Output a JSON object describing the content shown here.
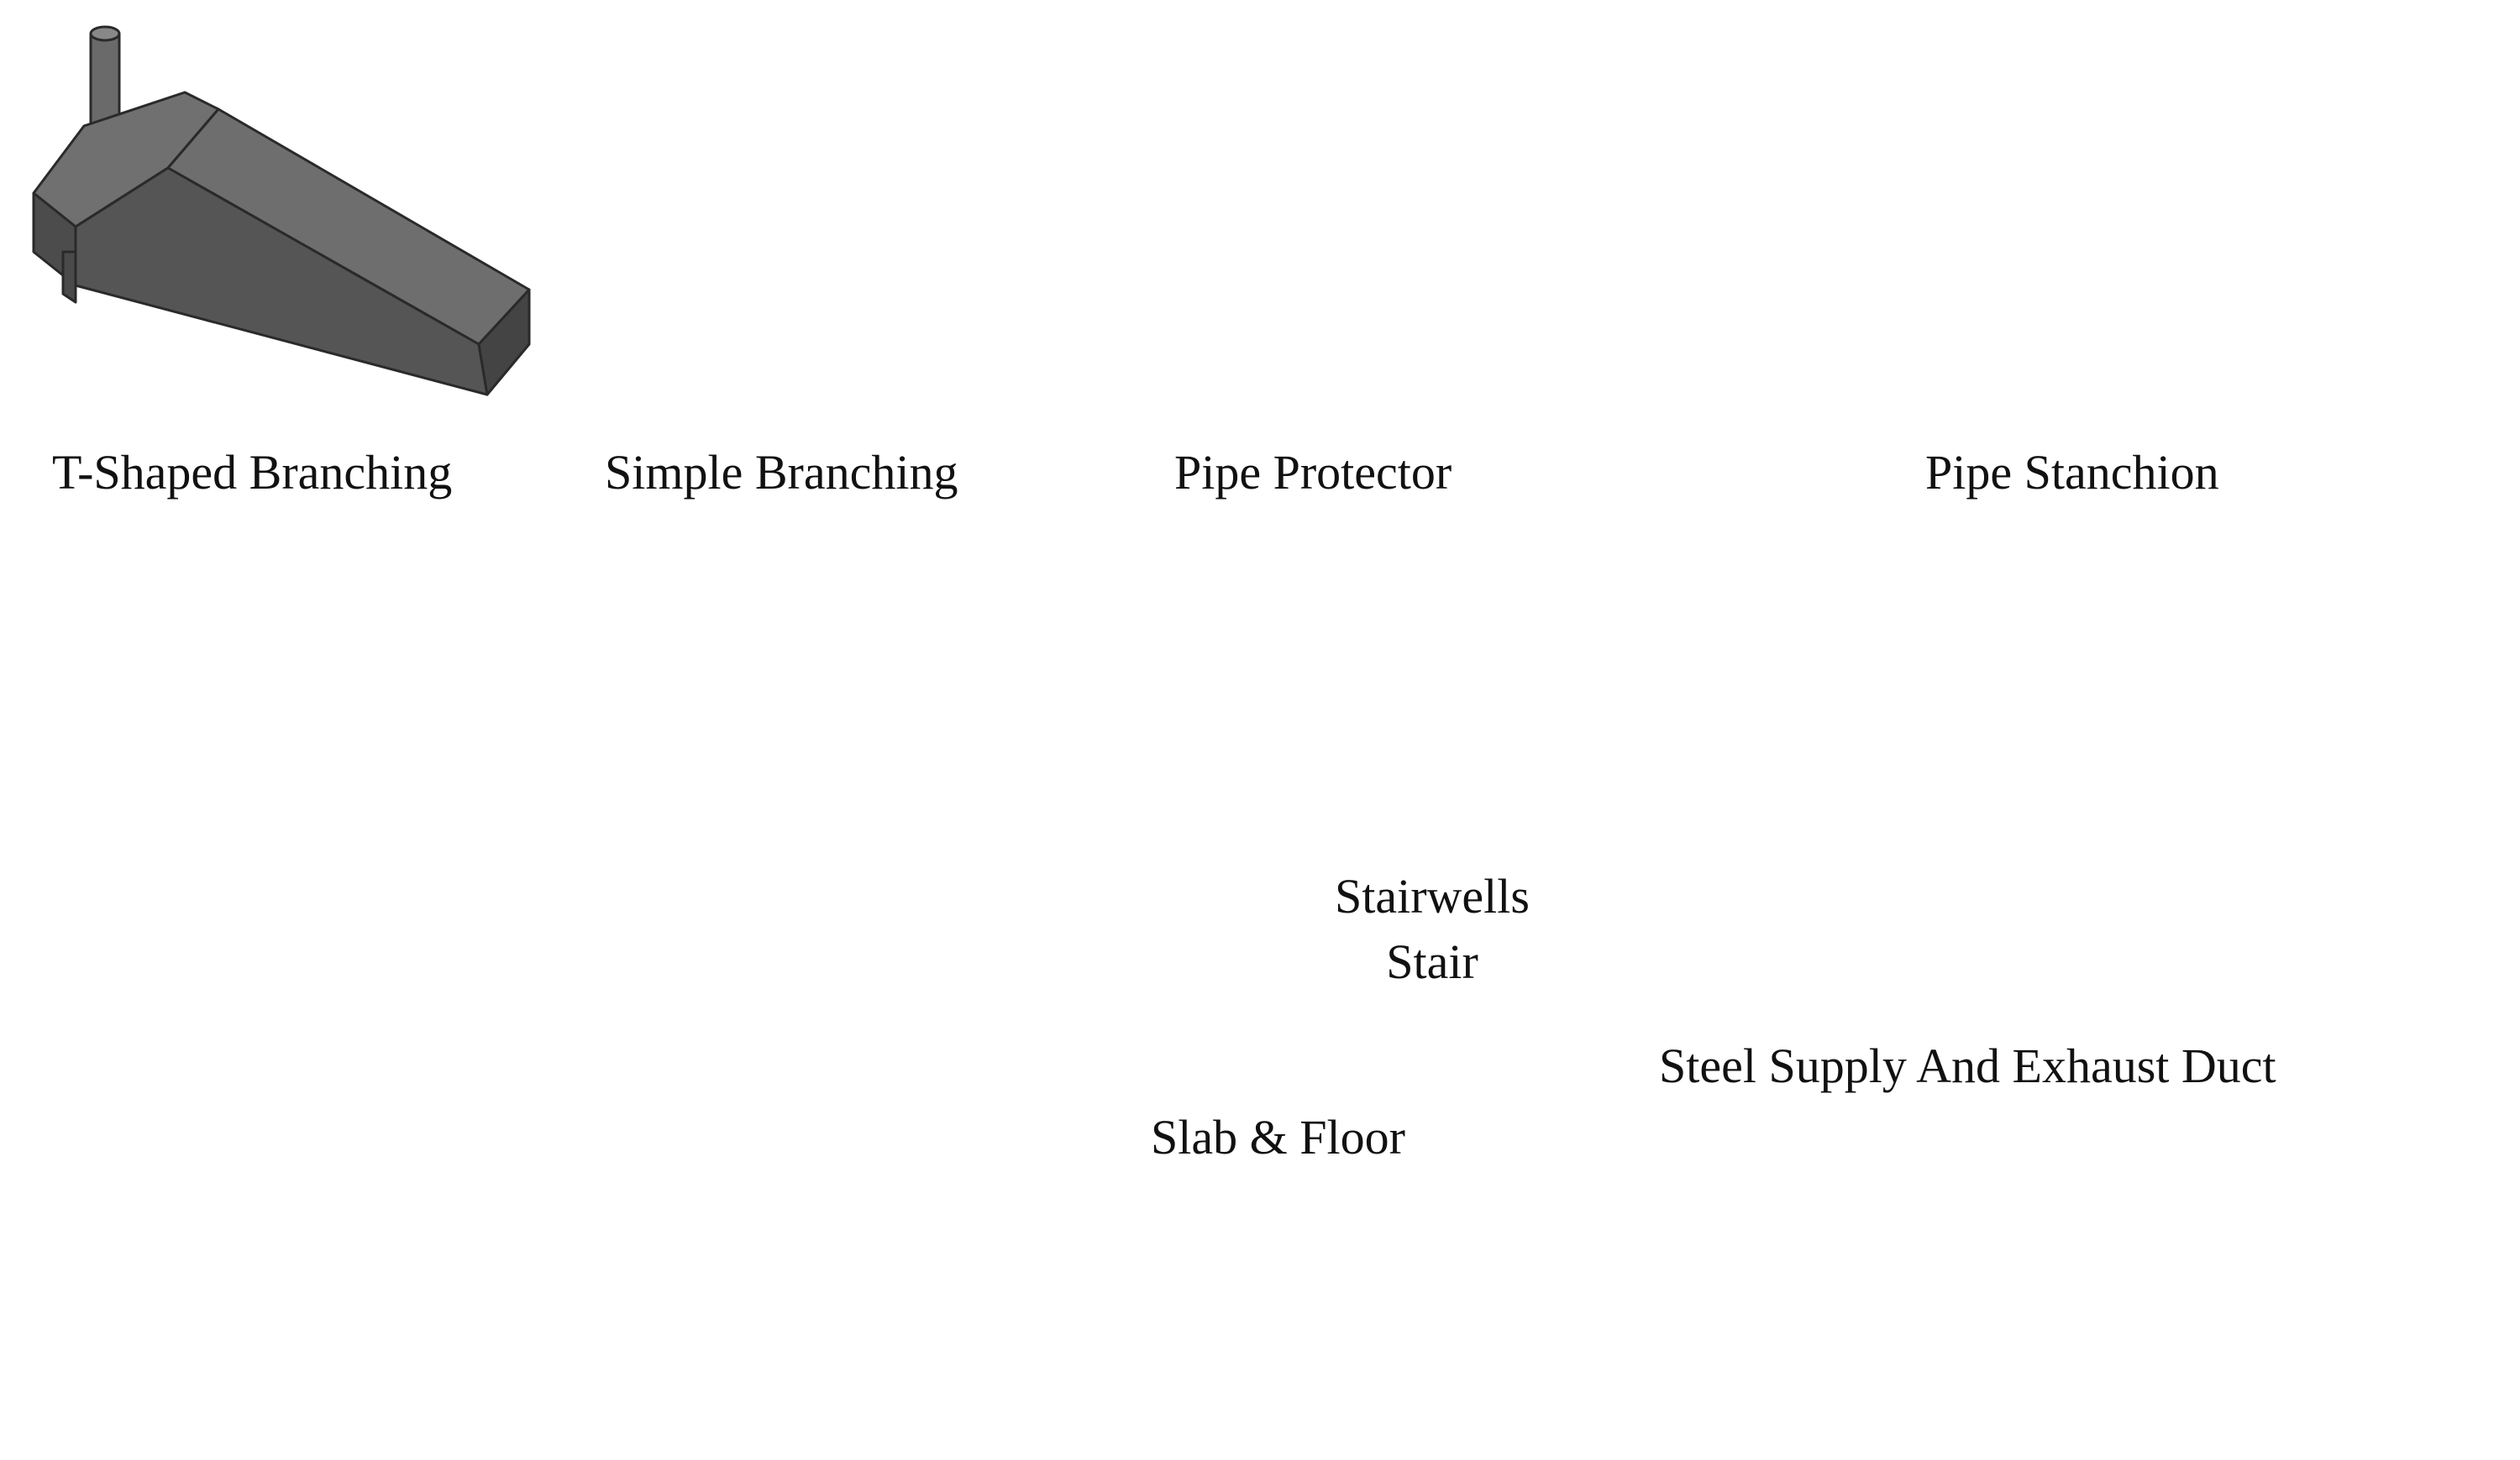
{
  "labels": {
    "t_shaped": "T-Shaped Branching",
    "simple": "Simple Branching",
    "protector": "Pipe Protector",
    "stanchion": "Pipe Stanchion",
    "stair_line1": "Stairwells",
    "stair_line2": "Stair",
    "duct": "Steel Supply And Exhaust Duct",
    "slab": "Slab & Floor"
  },
  "colors": {
    "metal": "#5f5f5f",
    "metal_light": "#7c7c7c",
    "metal_dark": "#3f3f3f",
    "selection_blue": "#6f8fe0",
    "selection_blue_dark": "#2f4fa8",
    "outline": "#2a2a2a"
  }
}
